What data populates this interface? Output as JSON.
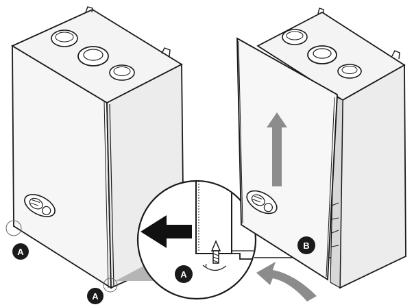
{
  "callouts": {
    "a_left": "A",
    "a_bottom": "A",
    "a_detail": "A",
    "b_right": "B"
  },
  "colors": {
    "outline": "#1a1a1a",
    "panel_light": "#f6f6f6",
    "panel_shade": "#e9e9e9",
    "arrow_gray": "#8c8c8c",
    "arrow_black": "#111111",
    "badge": "#1a1a1a",
    "zoom_fill": "#b5b5b5"
  },
  "icons": [
    "up-arrow-icon",
    "left-arrow-icon",
    "curved-arrow-icon",
    "screw-icon",
    "logo-badge-icon"
  ]
}
